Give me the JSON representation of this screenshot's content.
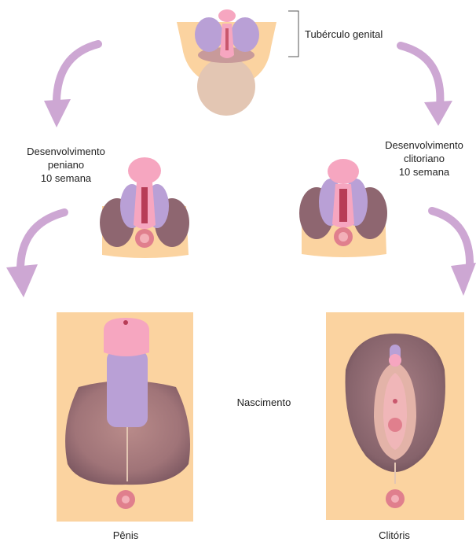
{
  "top": {
    "label": "Tubérculo genital"
  },
  "left_branch": {
    "line1": "Desenvolvimento",
    "line2": "peniano",
    "line3": "10 semana",
    "final_label": "Pênis"
  },
  "right_branch": {
    "line1": "Desenvolvimento",
    "line2": "clitoriano",
    "line3": "10 semana",
    "final_label": "Clitóris"
  },
  "middle": {
    "label": "Nascimento"
  },
  "colors": {
    "skin": "#fbd3a0",
    "arrow": "#cda7d3",
    "purple": "#b9a0d6",
    "pink": "#f6a6c0",
    "brown": "#8e6670",
    "tan": "#e3c6b3"
  }
}
